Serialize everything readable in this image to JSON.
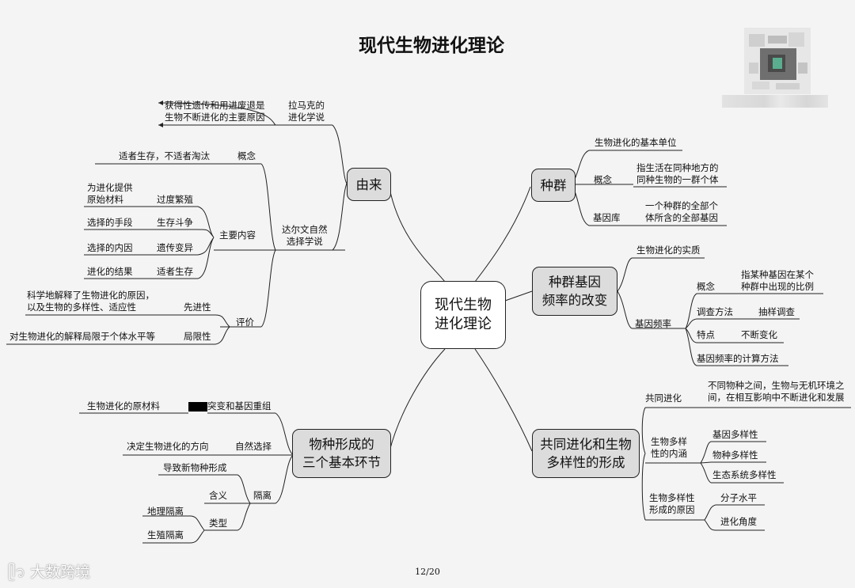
{
  "title": "现代生物进化理论",
  "page_number": "12/20",
  "watermark": "大数跨境",
  "center": "现代生物\n进化理论",
  "branches": {
    "origin": {
      "label": "由来",
      "lamarck": {
        "label": "拉马克的\n进化学说",
        "desc": "获得性遗传和用进废退是\n生物不断进化的主要原因"
      },
      "darwin": {
        "label": "达尔文自然\n选择学说",
        "concept": {
          "label": "概念",
          "desc": "适者生存，不适者淘汰"
        },
        "main": {
          "label": "主要内容",
          "items": [
            {
              "label": "过度繁殖",
              "desc": "为进化提供\n原始材料"
            },
            {
              "label": "生存斗争",
              "desc": "选择的手段"
            },
            {
              "label": "遗传变异",
              "desc": "选择的内因"
            },
            {
              "label": "适者生存",
              "desc": "进化的结果"
            }
          ]
        },
        "eval": {
          "label": "评价",
          "items": [
            {
              "label": "先进性",
              "desc": "科学地解释了生物进化的原因，\n以及生物的多样性、适应性"
            },
            {
              "label": "局限性",
              "desc": "对生物进化的解释局限于个体水平等"
            }
          ]
        }
      }
    },
    "population": {
      "label": "种群",
      "unit": "生物进化的基本单位",
      "concept": {
        "label": "概念",
        "desc": "指生活在同种地方的\n同种生物的一群个体"
      },
      "genepool": {
        "label": "基因库",
        "desc": "一个种群的全部个\n体所含的全部基因"
      }
    },
    "freq": {
      "label": "种群基因\n频率的改变",
      "essence": "生物进化的实质",
      "gf": {
        "label": "基因频率",
        "concept": {
          "label": "概念",
          "desc": "指某种基因在某个\n种群中出现的比例"
        },
        "survey": {
          "label": "调查方法",
          "desc": "抽样调查"
        },
        "feature": {
          "label": "特点",
          "desc": "不断变化"
        },
        "calc": "基因频率的计算方法"
      }
    },
    "speciation": {
      "label": "物种形成的\n三个基本环节",
      "mutation": {
        "label": "突变和基因重组",
        "desc": "生物进化的原材料"
      },
      "selection": {
        "label": "自然选择",
        "desc": "决定生物进化的方向"
      },
      "isolation": {
        "label": "隔离",
        "result": "导致新物种形成",
        "meaning": "含义",
        "types": {
          "label": "类型",
          "items": [
            "地理隔离",
            "生殖隔离"
          ]
        }
      }
    },
    "coevolution": {
      "label": "共同进化和生物\n多样性的形成",
      "co": {
        "label": "共同进化",
        "desc": "不同物种之间，生物与无机环境之\n间，在相互影响中不断进化和发展"
      },
      "connotation": {
        "label": "生物多样\n性的内涵",
        "items": [
          "基因多样性",
          "物种多样性",
          "生态系统多样性"
        ]
      },
      "cause": {
        "label": "生物多样性\n形成的原因",
        "items": [
          "分子水平",
          "进化角度"
        ]
      }
    }
  }
}
